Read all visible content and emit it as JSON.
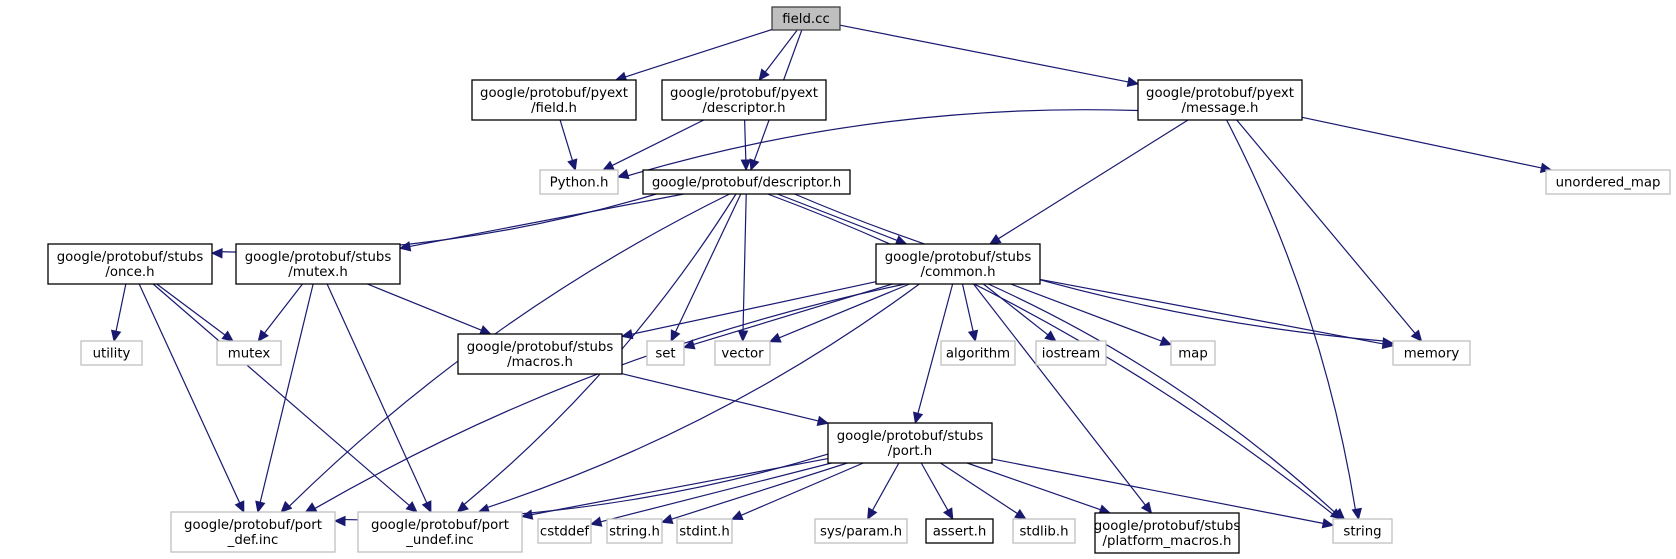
{
  "title": "field.cc include dependency graph",
  "colors": {
    "edge": "#191970",
    "root_fill": "#bfbfbf",
    "internal_border": "#000000",
    "external_border": "#bfbfbf"
  },
  "nodes": [
    {
      "id": "field_cc",
      "label": [
        "field.cc"
      ],
      "kind": "root"
    },
    {
      "id": "pyext_field_h",
      "label": [
        "google/protobuf/pyext",
        "/field.h"
      ],
      "kind": "internal"
    },
    {
      "id": "pyext_descriptor_h",
      "label": [
        "google/protobuf/pyext",
        "/descriptor.h"
      ],
      "kind": "internal"
    },
    {
      "id": "pyext_message_h",
      "label": [
        "google/protobuf/pyext",
        "/message.h"
      ],
      "kind": "internal"
    },
    {
      "id": "python_h",
      "label": [
        "Python.h"
      ],
      "kind": "external"
    },
    {
      "id": "descriptor_h",
      "label": [
        "google/protobuf/descriptor.h"
      ],
      "kind": "internal"
    },
    {
      "id": "unordered_map",
      "label": [
        "unordered_map"
      ],
      "kind": "external"
    },
    {
      "id": "once_h",
      "label": [
        "google/protobuf/stubs",
        "/once.h"
      ],
      "kind": "internal"
    },
    {
      "id": "mutex_h",
      "label": [
        "google/protobuf/stubs",
        "/mutex.h"
      ],
      "kind": "internal"
    },
    {
      "id": "common_h",
      "label": [
        "google/protobuf/stubs",
        "/common.h"
      ],
      "kind": "internal"
    },
    {
      "id": "utility",
      "label": [
        "utility"
      ],
      "kind": "external"
    },
    {
      "id": "mutex",
      "label": [
        "mutex"
      ],
      "kind": "external"
    },
    {
      "id": "macros_h",
      "label": [
        "google/protobuf/stubs",
        "/macros.h"
      ],
      "kind": "internal"
    },
    {
      "id": "set",
      "label": [
        "set"
      ],
      "kind": "external"
    },
    {
      "id": "vector",
      "label": [
        "vector"
      ],
      "kind": "external"
    },
    {
      "id": "algorithm",
      "label": [
        "algorithm"
      ],
      "kind": "external"
    },
    {
      "id": "iostream",
      "label": [
        "iostream"
      ],
      "kind": "external"
    },
    {
      "id": "map",
      "label": [
        "map"
      ],
      "kind": "external"
    },
    {
      "id": "memory",
      "label": [
        "memory"
      ],
      "kind": "external"
    },
    {
      "id": "port_h",
      "label": [
        "google/protobuf/stubs",
        "/port.h"
      ],
      "kind": "internal"
    },
    {
      "id": "port_def_inc",
      "label": [
        "google/protobuf/port",
        "_def.inc"
      ],
      "kind": "external"
    },
    {
      "id": "port_undef_inc",
      "label": [
        "google/protobuf/port",
        "_undef.inc"
      ],
      "kind": "external"
    },
    {
      "id": "cstddef",
      "label": [
        "cstddef"
      ],
      "kind": "external"
    },
    {
      "id": "string_h",
      "label": [
        "string.h"
      ],
      "kind": "external"
    },
    {
      "id": "stdint_h",
      "label": [
        "stdint.h"
      ],
      "kind": "external"
    },
    {
      "id": "sys_param_h",
      "label": [
        "sys/param.h"
      ],
      "kind": "external"
    },
    {
      "id": "assert_h",
      "label": [
        "assert.h"
      ],
      "kind": "internal"
    },
    {
      "id": "stdlib_h",
      "label": [
        "stdlib.h"
      ],
      "kind": "external"
    },
    {
      "id": "platform_macros_h",
      "label": [
        "google/protobuf/stubs",
        "/platform_macros.h"
      ],
      "kind": "internal"
    },
    {
      "id": "string",
      "label": [
        "string"
      ],
      "kind": "external"
    }
  ],
  "edges": [
    [
      "field_cc",
      "pyext_field_h"
    ],
    [
      "field_cc",
      "pyext_descriptor_h"
    ],
    [
      "field_cc",
      "descriptor_h"
    ],
    [
      "field_cc",
      "pyext_message_h"
    ],
    [
      "pyext_field_h",
      "python_h"
    ],
    [
      "pyext_descriptor_h",
      "python_h"
    ],
    [
      "pyext_descriptor_h",
      "descriptor_h"
    ],
    [
      "pyext_message_h",
      "python_h"
    ],
    [
      "pyext_message_h",
      "common_h"
    ],
    [
      "pyext_message_h",
      "memory"
    ],
    [
      "pyext_message_h",
      "string"
    ],
    [
      "pyext_message_h",
      "unordered_map"
    ],
    [
      "descriptor_h",
      "once_h"
    ],
    [
      "descriptor_h",
      "mutex_h"
    ],
    [
      "descriptor_h",
      "common_h"
    ],
    [
      "descriptor_h",
      "set"
    ],
    [
      "descriptor_h",
      "vector"
    ],
    [
      "descriptor_h",
      "memory"
    ],
    [
      "descriptor_h",
      "string"
    ],
    [
      "descriptor_h",
      "port_def_inc"
    ],
    [
      "descriptor_h",
      "port_undef_inc"
    ],
    [
      "once_h",
      "utility"
    ],
    [
      "once_h",
      "mutex"
    ],
    [
      "once_h",
      "port_def_inc"
    ],
    [
      "once_h",
      "port_undef_inc"
    ],
    [
      "mutex_h",
      "mutex"
    ],
    [
      "mutex_h",
      "macros_h"
    ],
    [
      "mutex_h",
      "port_def_inc"
    ],
    [
      "mutex_h",
      "port_undef_inc"
    ],
    [
      "common_h",
      "macros_h"
    ],
    [
      "common_h",
      "set"
    ],
    [
      "common_h",
      "vector"
    ],
    [
      "common_h",
      "algorithm"
    ],
    [
      "common_h",
      "iostream"
    ],
    [
      "common_h",
      "map"
    ],
    [
      "common_h",
      "memory"
    ],
    [
      "common_h",
      "string"
    ],
    [
      "common_h",
      "port_h"
    ],
    [
      "common_h",
      "platform_macros_h"
    ],
    [
      "common_h",
      "port_def_inc"
    ],
    [
      "common_h",
      "port_undef_inc"
    ],
    [
      "macros_h",
      "port_h"
    ],
    [
      "port_h",
      "port_def_inc"
    ],
    [
      "port_h",
      "port_undef_inc"
    ],
    [
      "port_h",
      "cstddef"
    ],
    [
      "port_h",
      "string_h"
    ],
    [
      "port_h",
      "stdint_h"
    ],
    [
      "port_h",
      "sys_param_h"
    ],
    [
      "port_h",
      "assert_h"
    ],
    [
      "port_h",
      "stdlib_h"
    ],
    [
      "port_h",
      "platform_macros_h"
    ],
    [
      "port_h",
      "string"
    ]
  ]
}
